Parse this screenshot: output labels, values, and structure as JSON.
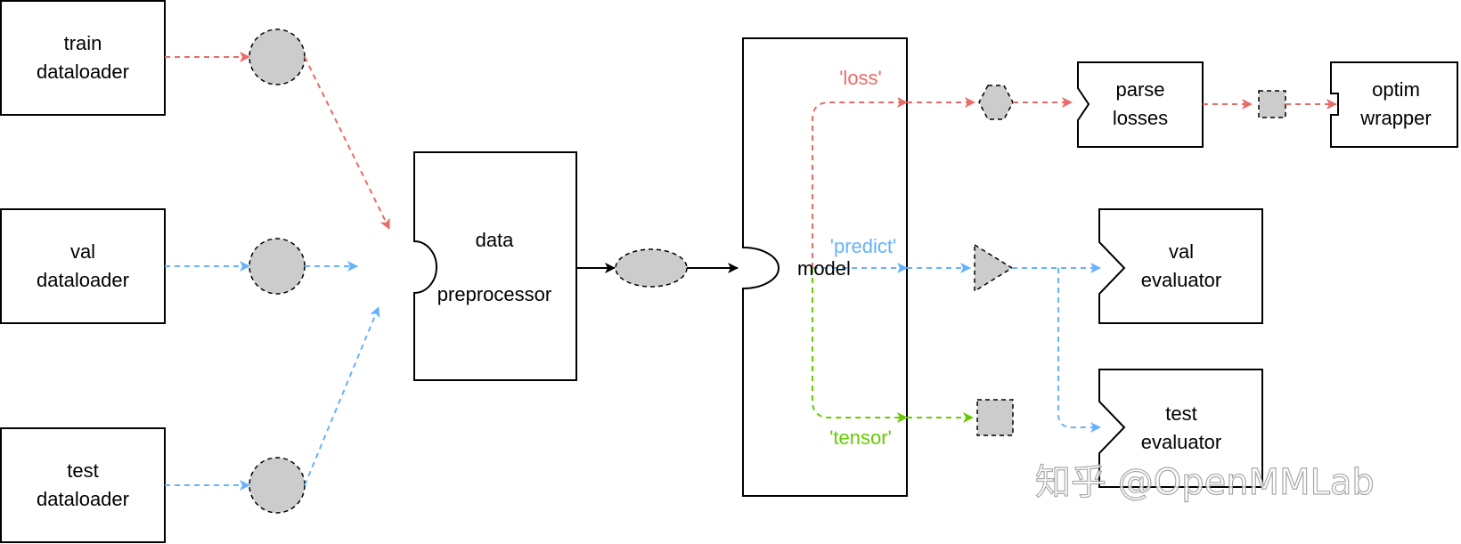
{
  "diagram": {
    "colors": {
      "loss": "#ea6b66",
      "predict": "#66b2ff",
      "tensor": "#66cc00",
      "data": "#000000",
      "node_fill": "#cccccc",
      "stroke": "#000000"
    },
    "boxes": {
      "train_dataloader": [
        "train",
        "dataloader"
      ],
      "val_dataloader": [
        "val",
        "dataloader"
      ],
      "test_dataloader": [
        "test",
        "dataloader"
      ],
      "data_preprocessor": [
        "data",
        "preprocessor"
      ],
      "model": "model",
      "parse_losses": [
        "parse",
        "losses"
      ],
      "optim_wrapper": [
        "optim",
        "wrapper"
      ],
      "val_evaluator": [
        "val",
        "evaluator"
      ],
      "test_evaluator": [
        "test",
        "evaluator"
      ]
    },
    "mode_labels": {
      "loss": "'loss'",
      "predict": "'predict'",
      "tensor": "'tensor'"
    },
    "watermark": "知乎 @OpenMMLab"
  }
}
